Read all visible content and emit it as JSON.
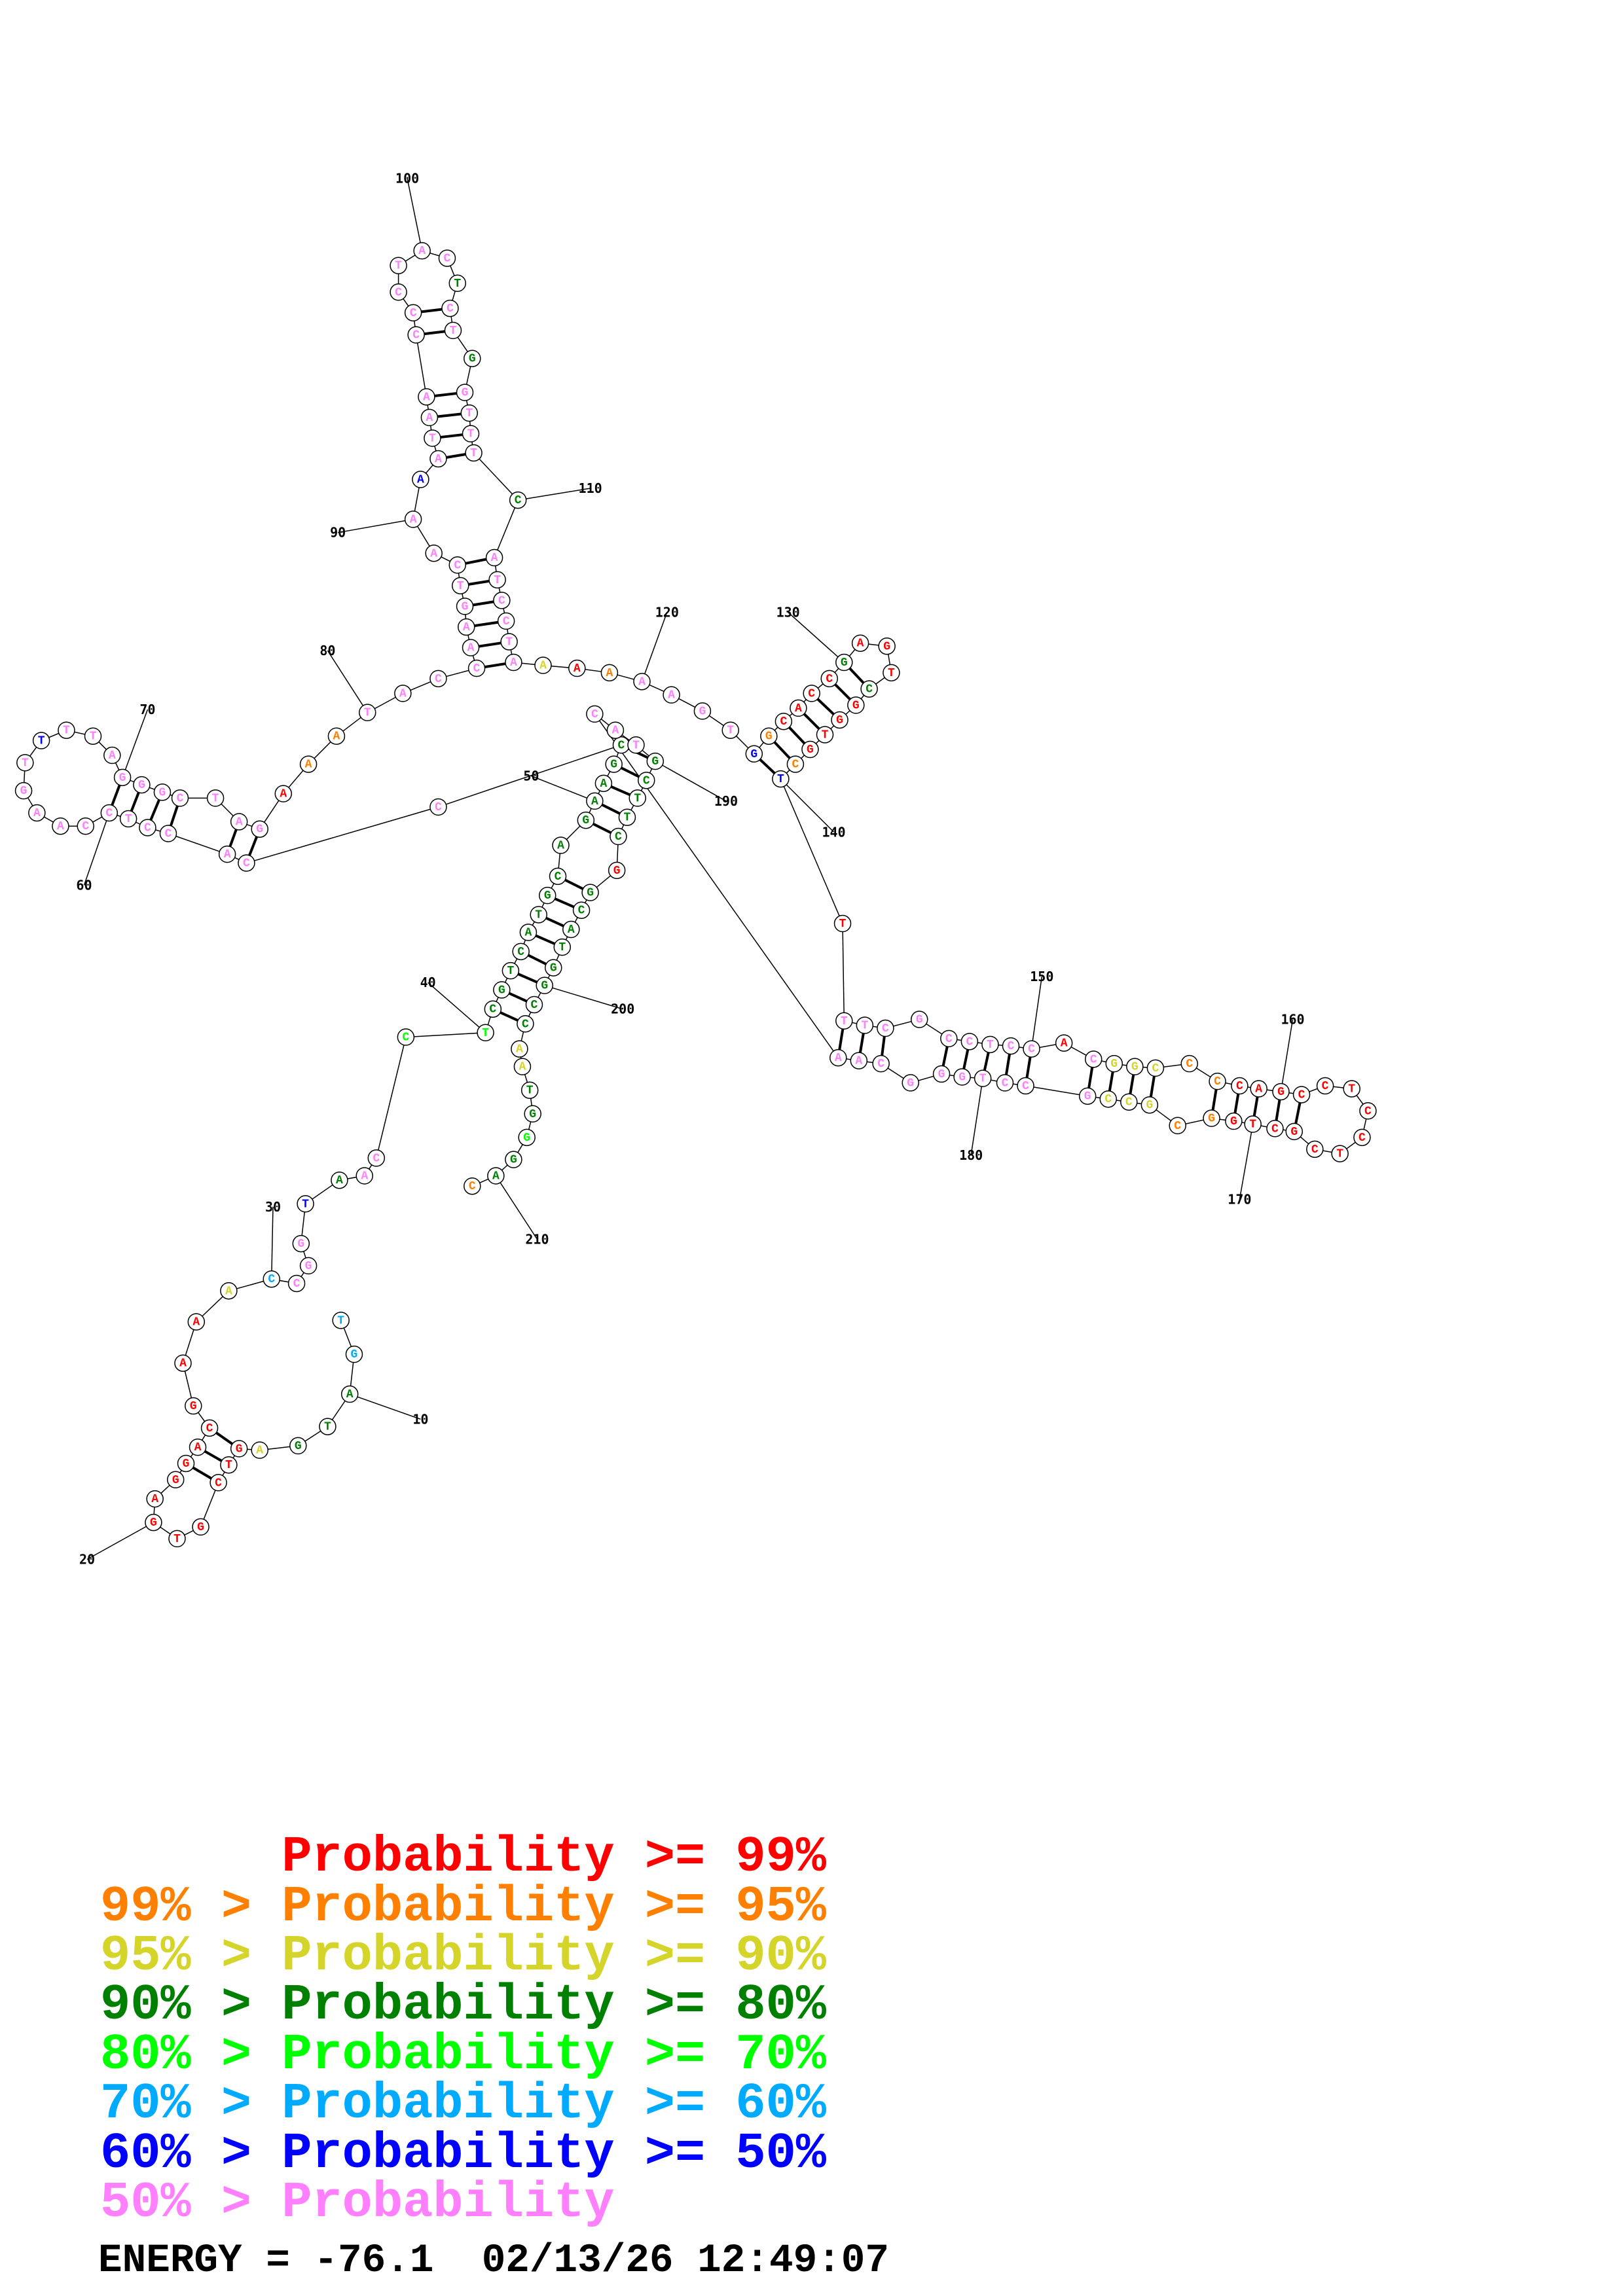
{
  "colors": {
    "r": "#ff0000",
    "o": "#ff8000",
    "y": "#d4d42a",
    "g": "#008000",
    "l": "#00ff00",
    "c": "#00aaff",
    "b": "#0000ff",
    "p": "#ff80ff"
  },
  "sequence": [
    [
      "T",
      "c"
    ],
    [
      "G",
      "c"
    ],
    [
      "A",
      "g"
    ],
    [
      "T",
      "g"
    ],
    [
      "G",
      "g"
    ],
    [
      "A",
      "y"
    ],
    [
      "G",
      "r"
    ],
    [
      "T",
      "r"
    ],
    [
      "C",
      "r"
    ],
    [
      "G",
      "r"
    ],
    [
      "T",
      "r"
    ],
    [
      "G",
      "r"
    ],
    [
      "A",
      "r"
    ],
    [
      "G",
      "r"
    ],
    [
      "G",
      "r"
    ],
    [
      "A",
      "r"
    ],
    [
      "C",
      "r"
    ],
    [
      "G",
      "r"
    ],
    [
      "A",
      "r"
    ],
    [
      "A",
      "r"
    ],
    [
      "A",
      "y"
    ],
    [
      "C",
      "c"
    ],
    [
      "C",
      "p"
    ],
    [
      "G",
      "p"
    ],
    [
      "G",
      "p"
    ],
    [
      "T",
      "b"
    ],
    [
      "A",
      "g"
    ],
    [
      "A",
      "p"
    ],
    [
      "C",
      "p"
    ],
    [
      "C",
      "l"
    ],
    [
      "T",
      "l"
    ],
    [
      "C",
      "g"
    ],
    [
      "G",
      "g"
    ],
    [
      "T",
      "g"
    ],
    [
      "C",
      "g"
    ],
    [
      "A",
      "g"
    ],
    [
      "T",
      "g"
    ],
    [
      "G",
      "g"
    ],
    [
      "C",
      "g"
    ],
    [
      "A",
      "g"
    ],
    [
      "G",
      "g"
    ],
    [
      "A",
      "g"
    ],
    [
      "A",
      "g"
    ],
    [
      "G",
      "g"
    ],
    [
      "C",
      "g"
    ],
    [
      "C",
      "p"
    ],
    [
      "C",
      "p"
    ],
    [
      "A",
      "p"
    ],
    [
      "C",
      "p"
    ],
    [
      "C",
      "p"
    ],
    [
      "T",
      "p"
    ],
    [
      "C",
      "p"
    ],
    [
      "C",
      "p"
    ],
    [
      "A",
      "p"
    ],
    [
      "A",
      "p"
    ],
    [
      "G",
      "p"
    ],
    [
      "T",
      "p"
    ],
    [
      "T",
      "b"
    ],
    [
      "T",
      "p"
    ],
    [
      "T",
      "p"
    ],
    [
      "A",
      "p"
    ],
    [
      "G",
      "p"
    ],
    [
      "G",
      "p"
    ],
    [
      "G",
      "p"
    ],
    [
      "C",
      "p"
    ],
    [
      "T",
      "p"
    ],
    [
      "A",
      "p"
    ],
    [
      "G",
      "p"
    ],
    [
      "A",
      "r"
    ],
    [
      "A",
      "o"
    ],
    [
      "A",
      "o"
    ],
    [
      "T",
      "p"
    ],
    [
      "A",
      "p"
    ],
    [
      "C",
      "p"
    ],
    [
      "C",
      "p"
    ],
    [
      "A",
      "p"
    ],
    [
      "A",
      "p"
    ],
    [
      "G",
      "p"
    ],
    [
      "T",
      "p"
    ],
    [
      "C",
      "p"
    ],
    [
      "A",
      "p"
    ],
    [
      "A",
      "p"
    ],
    [
      "A",
      "b"
    ],
    [
      "A",
      "p"
    ],
    [
      "T",
      "p"
    ],
    [
      "A",
      "p"
    ],
    [
      "A",
      "p"
    ],
    [
      "C",
      "p"
    ],
    [
      "C",
      "p"
    ],
    [
      "C",
      "p"
    ],
    [
      "T",
      "p"
    ],
    [
      "A",
      "p"
    ],
    [
      "C",
      "p"
    ],
    [
      "T",
      "g"
    ],
    [
      "C",
      "p"
    ],
    [
      "T",
      "p"
    ],
    [
      "G",
      "g"
    ],
    [
      "G",
      "p"
    ],
    [
      "T",
      "p"
    ],
    [
      "T",
      "p"
    ],
    [
      "T",
      "p"
    ],
    [
      "C",
      "g"
    ],
    [
      "A",
      "p"
    ],
    [
      "T",
      "p"
    ],
    [
      "C",
      "p"
    ],
    [
      "C",
      "p"
    ],
    [
      "T",
      "p"
    ],
    [
      "A",
      "p"
    ],
    [
      "A",
      "y"
    ],
    [
      "A",
      "r"
    ],
    [
      "A",
      "o"
    ],
    [
      "A",
      "p"
    ],
    [
      "A",
      "p"
    ],
    [
      "G",
      "p"
    ],
    [
      "T",
      "p"
    ],
    [
      "G",
      "b"
    ],
    [
      "G",
      "o"
    ],
    [
      "C",
      "r"
    ],
    [
      "A",
      "r"
    ],
    [
      "C",
      "r"
    ],
    [
      "C",
      "r"
    ],
    [
      "G",
      "g"
    ],
    [
      "A",
      "r"
    ],
    [
      "G",
      "r"
    ],
    [
      "T",
      "r"
    ],
    [
      "C",
      "g"
    ],
    [
      "G",
      "r"
    ],
    [
      "G",
      "r"
    ],
    [
      "T",
      "r"
    ],
    [
      "G",
      "r"
    ],
    [
      "C",
      "o"
    ],
    [
      "T",
      "b"
    ],
    [
      "T",
      "r"
    ],
    [
      "T",
      "p"
    ],
    [
      "T",
      "p"
    ],
    [
      "C",
      "p"
    ],
    [
      "G",
      "p"
    ],
    [
      "C",
      "p"
    ],
    [
      "C",
      "p"
    ],
    [
      "T",
      "p"
    ],
    [
      "C",
      "p"
    ],
    [
      "C",
      "p"
    ],
    [
      "A",
      "r"
    ],
    [
      "C",
      "p"
    ],
    [
      "G",
      "y"
    ],
    [
      "G",
      "y"
    ],
    [
      "C",
      "y"
    ],
    [
      "C",
      "o"
    ],
    [
      "C",
      "o"
    ],
    [
      "C",
      "r"
    ],
    [
      "A",
      "r"
    ],
    [
      "G",
      "r"
    ],
    [
      "C",
      "r"
    ],
    [
      "C",
      "r"
    ],
    [
      "T",
      "r"
    ],
    [
      "C",
      "r"
    ],
    [
      "C",
      "r"
    ],
    [
      "T",
      "r"
    ],
    [
      "C",
      "r"
    ],
    [
      "G",
      "r"
    ],
    [
      "C",
      "r"
    ],
    [
      "T",
      "r"
    ],
    [
      "G",
      "r"
    ],
    [
      "G",
      "o"
    ],
    [
      "C",
      "o"
    ],
    [
      "G",
      "y"
    ],
    [
      "C",
      "y"
    ],
    [
      "C",
      "y"
    ],
    [
      "G",
      "p"
    ],
    [
      "C",
      "p"
    ],
    [
      "C",
      "p"
    ],
    [
      "T",
      "p"
    ],
    [
      "G",
      "p"
    ],
    [
      "G",
      "p"
    ],
    [
      "G",
      "p"
    ],
    [
      "C",
      "p"
    ],
    [
      "A",
      "p"
    ],
    [
      "A",
      "p"
    ],
    [
      "C",
      "p"
    ],
    [
      "A",
      "p"
    ],
    [
      "T",
      "p"
    ],
    [
      "G",
      "g"
    ],
    [
      "C",
      "g"
    ],
    [
      "T",
      "g"
    ],
    [
      "T",
      "g"
    ],
    [
      "C",
      "g"
    ],
    [
      "G",
      "r"
    ],
    [
      "G",
      "g"
    ],
    [
      "C",
      "g"
    ],
    [
      "A",
      "g"
    ],
    [
      "T",
      "g"
    ],
    [
      "G",
      "g"
    ],
    [
      "G",
      "g"
    ],
    [
      "C",
      "g"
    ],
    [
      "C",
      "g"
    ],
    [
      "A",
      "y"
    ],
    [
      "A",
      "y"
    ],
    [
      "T",
      "g"
    ],
    [
      "G",
      "g"
    ],
    [
      "G",
      "l"
    ],
    [
      "G",
      "g"
    ],
    [
      "A",
      "g"
    ],
    [
      "C",
      "o"
    ]
  ],
  "ticks": [
    "10",
    "20",
    "30",
    "40",
    "50",
    "60",
    "70",
    "80",
    "90",
    "100",
    "110",
    "120",
    "130",
    "140",
    "150",
    "160",
    "170",
    "180",
    "190",
    "200",
    "210"
  ],
  "legend": [
    {
      "text": "      Probability >= 99%",
      "color": "#ff0000"
    },
    {
      "text": "99% > Probability >= 95%",
      "color": "#ff8000"
    },
    {
      "text": "95% > Probability >= 90%",
      "color": "#d4d42a"
    },
    {
      "text": "90% > Probability >= 80%",
      "color": "#008000"
    },
    {
      "text": "80% > Probability >= 70%",
      "color": "#00ff00"
    },
    {
      "text": "70% > Probability >= 60%",
      "color": "#00aaff"
    },
    {
      "text": "60% > Probability >= 50%",
      "color": "#0000ff"
    },
    {
      "text": "50% > Probability",
      "color": "#ff80ff"
    }
  ],
  "energy_line": "ENERGY = -76.1  02/13/26 12:49:07"
}
